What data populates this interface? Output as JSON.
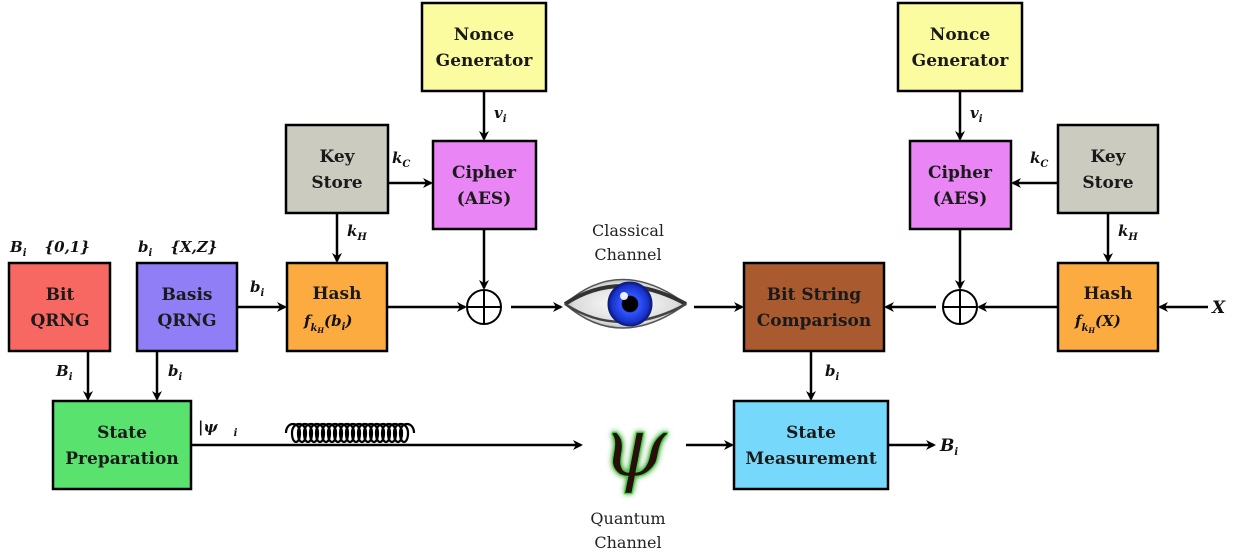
{
  "colors": {
    "nonce": "#fbfb9f",
    "key_store": "#cbcbbf",
    "cipher": "#e985f5",
    "hash": "#fbab3f",
    "bit_qrng": "#f86863",
    "basis_qrng": "#8f7ef5",
    "state_prep": "#59e26e",
    "bit_string": "#a95a2f",
    "state_meas": "#76d8fb",
    "psi": "#2a0e0e",
    "eye": "#1b3ff5"
  },
  "boxes": {
    "nonce_left": [
      "Nonce",
      "Generator"
    ],
    "nonce_right": [
      "Nonce",
      "Generator"
    ],
    "keystore_left": [
      "Key",
      "Store"
    ],
    "keystore_right": [
      "Key",
      "Store"
    ],
    "cipher_left": [
      "Cipher",
      "(AES)"
    ],
    "cipher_right": [
      "Cipher",
      "(AES)"
    ],
    "hash_left": {
      "title": "Hash",
      "formula": "f",
      "sub": "k",
      "subsub": "H",
      "arg": "(b",
      "argsub": "i",
      "close": ")"
    },
    "hash_right": {
      "title": "Hash",
      "formula": "f",
      "sub": "k",
      "subsub": "H",
      "arg": "(X)"
    },
    "bit_qrng": [
      "Bit",
      "QRNG"
    ],
    "basis_qrng": [
      "Basis",
      "QRNG"
    ],
    "state_prep": [
      "State",
      "Preparation"
    ],
    "bit_string": [
      "Bit String",
      "Comparison"
    ],
    "state_meas": [
      "State",
      "Measurement"
    ]
  },
  "labels": {
    "bit_top_var": "B",
    "bit_top_sub": "i",
    "bit_top_set": "{0,1}",
    "basis_top_var": "b",
    "basis_top_sub": "i",
    "basis_top_set": "{X,Z}",
    "v_left": "v",
    "v_left_sub": "i",
    "v_right": "v",
    "v_right_sub": "i",
    "kc_left": "k",
    "kc_left_sub": "C",
    "kc_right": "k",
    "kc_right_sub": "C",
    "kh_left": "k",
    "kh_left_sub": "H",
    "kh_right": "k",
    "kh_right_sub": "H",
    "b_to_hash": "b",
    "b_to_hash_sub": "i",
    "B_down": "B",
    "B_down_sub": "i",
    "b_down": "b",
    "b_down_sub": "i",
    "b_meas": "b",
    "b_meas_sub": "i",
    "psi_ket": "|ψ",
    "psi_ket_sub": "i",
    "x_input": "X",
    "B_out": "B",
    "B_out_sub": "i",
    "classical": [
      "Classical",
      "Channel"
    ],
    "quantum": [
      "Quantum",
      "Channel"
    ],
    "psi_symbol": "ψ"
  }
}
